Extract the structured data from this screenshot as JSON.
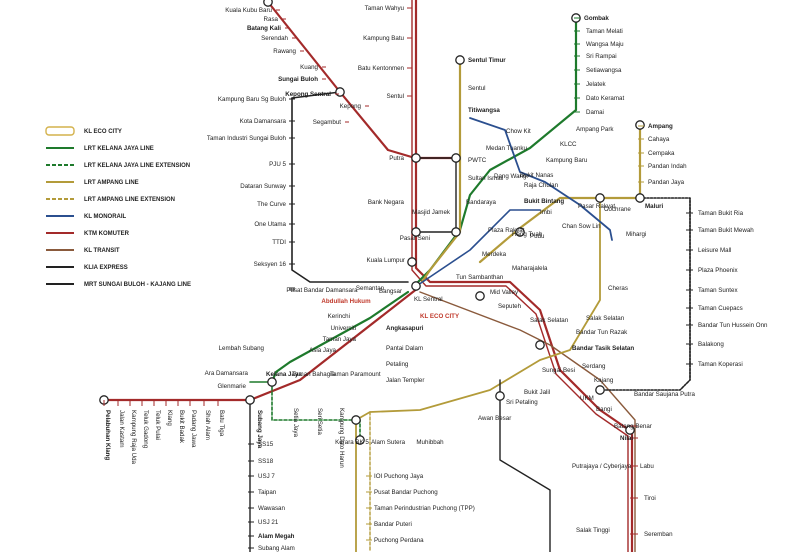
{
  "legend": {
    "items": [
      {
        "label": "KL ECO CITY",
        "color": "#d4b24c",
        "kind": "box"
      },
      {
        "label": "LRT KELANA JAYA LINE",
        "color": "#1e7a2c",
        "kind": "line"
      },
      {
        "label": "LRT KELANA JAYA LINE EXTENSION",
        "color": "#1e7a2c",
        "kind": "dash"
      },
      {
        "label": "LRT AMPANG LINE",
        "color": "#b39b3a",
        "kind": "line"
      },
      {
        "label": "LRT AMPANG LINE EXTENSION",
        "color": "#b39b3a",
        "kind": "dash"
      },
      {
        "label": "KL MONORAIL",
        "color": "#2b4f8f",
        "kind": "line"
      },
      {
        "label": "KTM KOMUTER",
        "color": "#a32a2a",
        "kind": "line"
      },
      {
        "label": "KL TRANSIT",
        "color": "#8a5a3c",
        "kind": "line"
      },
      {
        "label": "KLIA EXPRESS",
        "color": "#222222",
        "kind": "line"
      },
      {
        "label": "MRT SUNGAI BULOH - KAJANG LINE",
        "color": "#222222",
        "kind": "line"
      }
    ]
  },
  "colors": {
    "kelana": "#1e7a2c",
    "ampang": "#b39b3a",
    "monorail": "#2b4f8f",
    "ktm": "#a32a2a",
    "transit": "#8a5a3c",
    "express": "#222222",
    "mrt": "#222222"
  },
  "stations": {
    "ktm_north": [
      "Kuala Kubu Baru",
      "Rasa",
      "Batang Kali",
      "Serendah",
      "Rawang",
      "Kuang",
      "Sungai Buloh",
      "Kepong Sentral",
      "Kepong",
      "Segambut"
    ],
    "ktm_north_east": [
      "Taman Wahyu",
      "Kampung Batu",
      "Batu Kentonmen",
      "Sentul"
    ],
    "ampang_north": [
      "Sentul Timur",
      "Sentul",
      "Titiwangsa",
      "PWTC",
      "Sultan Ismail",
      "Bandaraya",
      "Masjid Jamek",
      "Plaza Rakyat",
      "Hang Tuah",
      "Pudu",
      "Chan Sow Lin"
    ],
    "kelana_north": [
      "Gombak",
      "Taman Melati",
      "Wangsa Maju",
      "Sri Rampai",
      "Setiawangsa",
      "Jelatek",
      "Dato Keramat",
      "Damai",
      "Ampang Park",
      "KLCC",
      "Kampung Baru",
      "Dang Wangi",
      "Pasar Seni",
      "Kuala Lumpur"
    ],
    "monorail": [
      "Chow Kit",
      "Medan Tuanku",
      "Bukit Nanas",
      "Raja Chulan",
      "Bukit Bintang",
      "Imbi",
      "Pasar Rakyat",
      "Cochrane",
      "Maluri",
      "Mihargi"
    ],
    "ampang_east": [
      "Ampang",
      "Cahaya",
      "Cempaka",
      "Pandan Indah",
      "Pandan Jaya"
    ],
    "mrt_west": [
      "Kampung Baru Sg Buloh",
      "Kota Damansara",
      "Taman Industri Sungai Buloh",
      "PJU 5",
      "Dataran Sunway",
      "The Curve",
      "One Utama",
      "TTDI",
      "Seksyen 16",
      "Pusat Bandar Damansara",
      "Semantan"
    ],
    "ktm_central": [
      "Putra",
      "Bank Negara",
      "Merdeka",
      "Maharajalela",
      "Tun Sambanthan",
      "Bangsar",
      "KL Sentral",
      "Mid Valley",
      "Seputeh",
      "Salak Selatan",
      "Abdullah Hukum",
      "KL ECO CITY"
    ],
    "mrt_east": [
      "Taman Bukit Ria",
      "Taman Bukit Mewah",
      "Leisure Mall",
      "Plaza Phoenix",
      "Taman Suntex",
      "Taman Cuepacs",
      "Bandar Tun Hussein Onn",
      "Balakong",
      "Taman Koperasi"
    ],
    "kelana_south": [
      "Kerinchi",
      "Universiti",
      "Taman Jaya",
      "Asia Jaya",
      "Lembah Subang",
      "Ara Damansara",
      "Glenmarie",
      "Kelana Jaya",
      "Taman Bahagia",
      "Taman Paramount"
    ],
    "ampang_south": [
      "Angkasapuri",
      "Pantai Dalam",
      "Petaling",
      "Jalan Templer",
      "Cheras",
      "Salak Selatan",
      "Bandar Tun Razak",
      "Bandar Tasik Selatan",
      "Serdang",
      "Kajang",
      "UKM",
      "Bangi",
      "Bandar Saujana Putra",
      "Sungai Besi",
      "Bukit Jalil",
      "Sri Petaling",
      "Awan Besar"
    ],
    "south_ktm": [
      "Batang Benar",
      "Nilai",
      "Labu",
      "Tiroi",
      "Seremban"
    ],
    "express": [
      "Putrajaya / Cyberjaya",
      "Salak Tinggi"
    ],
    "ampang_west": [
      "Kerara BK 5",
      "Alam Sutera",
      "Muhibbah"
    ],
    "ampang_ext_south": [
      "IOI Puchong Jaya",
      "Pusat Bandar Puchong",
      "Taman Perindustrian Puchong (TPP)",
      "Bandar Puteri",
      "Puchong Perdana"
    ],
    "klang_line": [
      "Pelabuhan Klang",
      "Jalan Kastam",
      "Kampung Raja Uda",
      "Teluk Gadong",
      "Teluk Pulai",
      "Klang",
      "Bukit Badak",
      "Padang Jawa",
      "Shah Alam",
      "Batu Tiga"
    ],
    "subang_line": [
      "Subang Jaya",
      "Setia Jaya",
      "Seri Setia",
      "Kampung Dato Harun",
      "SS15",
      "SS18",
      "USJ 7",
      "Taipan",
      "Wawasan",
      "USJ 21",
      "Alam Megah",
      "Subang Alam"
    ]
  }
}
